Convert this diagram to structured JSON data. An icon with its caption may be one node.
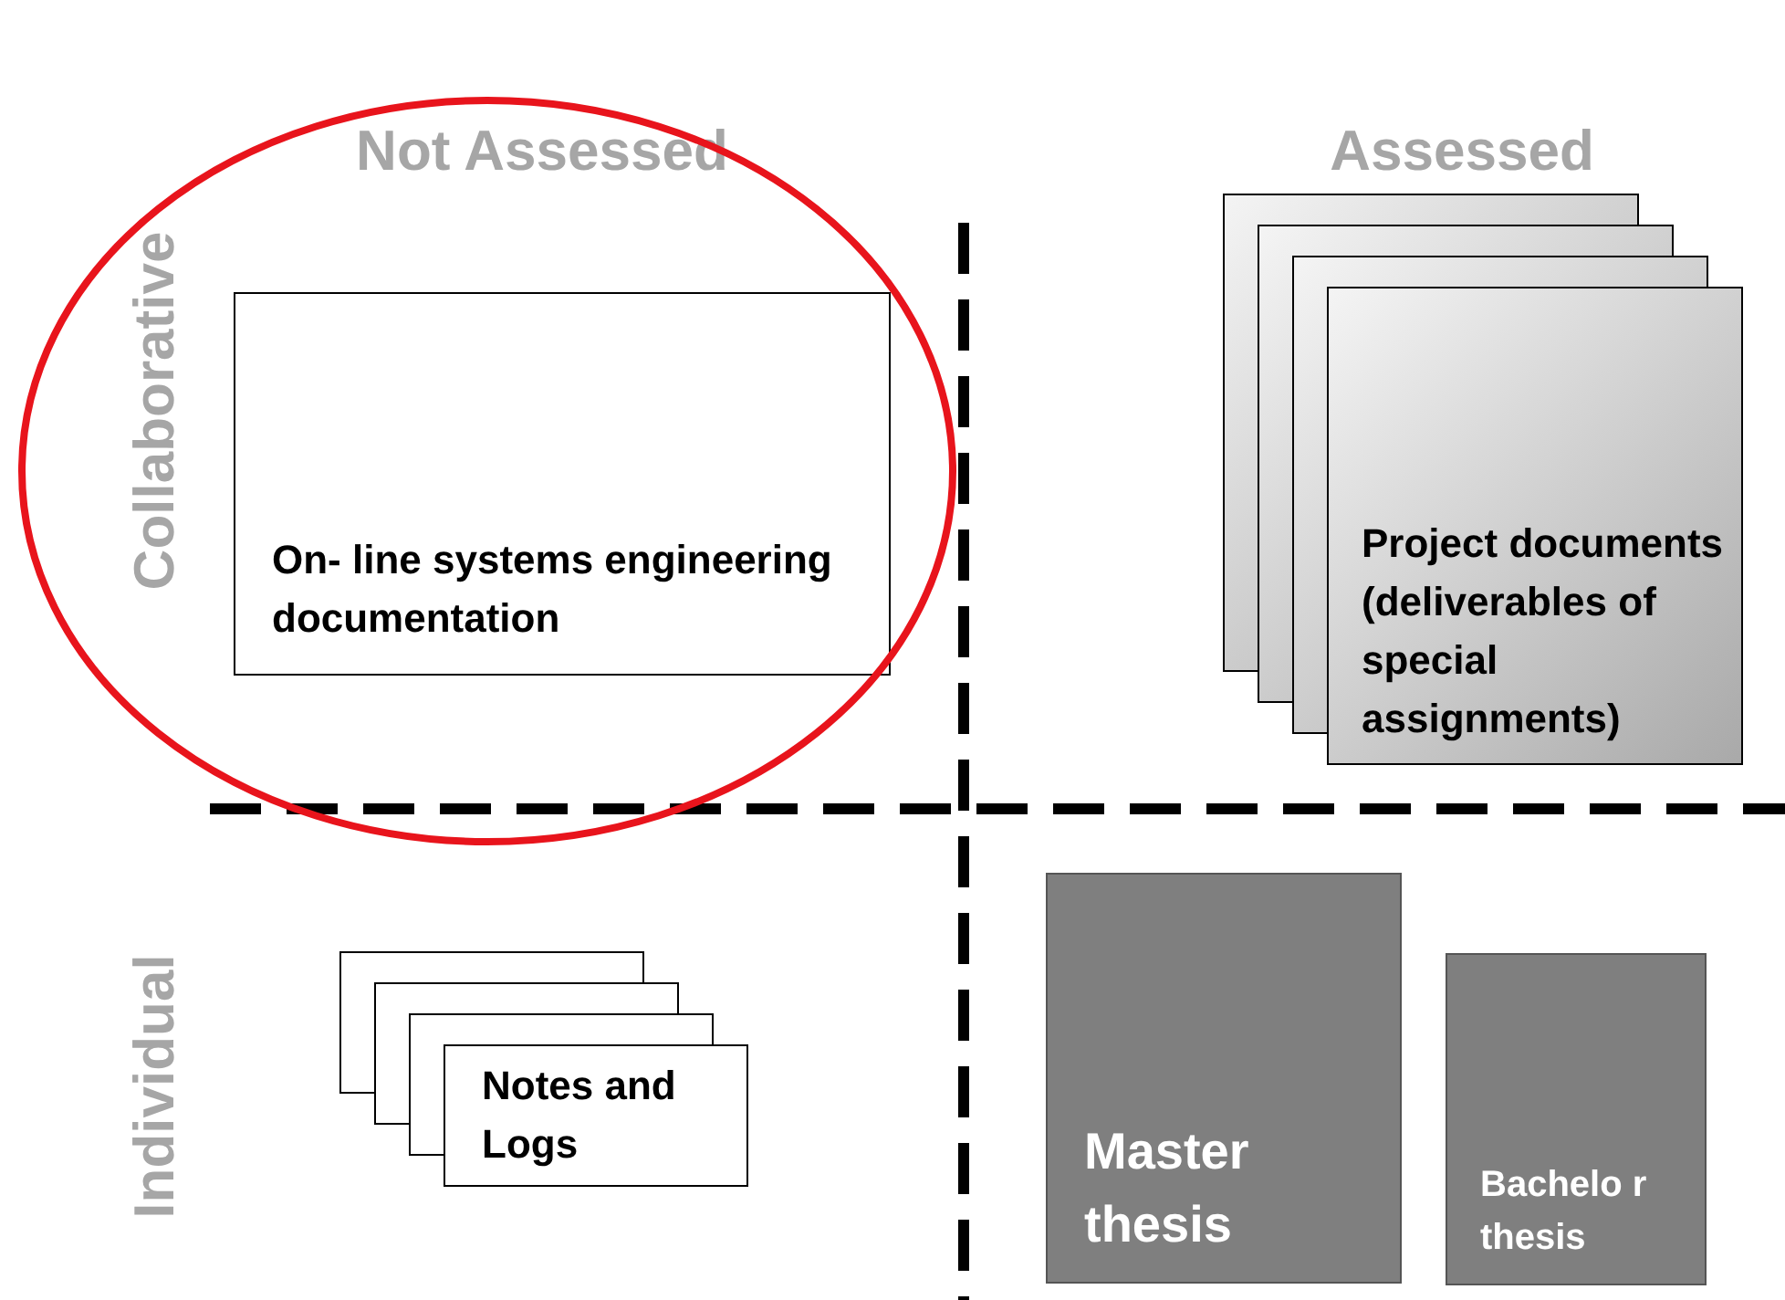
{
  "diagram": {
    "nodes": [
      {
        "text": [
          "On- line systems engineering documentation"
        ]
      },
      {
        "text": [
          "Project documents (deliverables of special assignments)"
        ]
      },
      {
        "text": [
          "Notes and Logs"
        ]
      },
      {
        "text": [
          "Master thesis"
        ]
      },
      {
        "text": [
          "Bachelo r thesis"
        ]
      }
    ],
    "labels": [
      "Not Assessed",
      "Assessed",
      "Collaborative",
      "Individual"
    ]
  }
}
